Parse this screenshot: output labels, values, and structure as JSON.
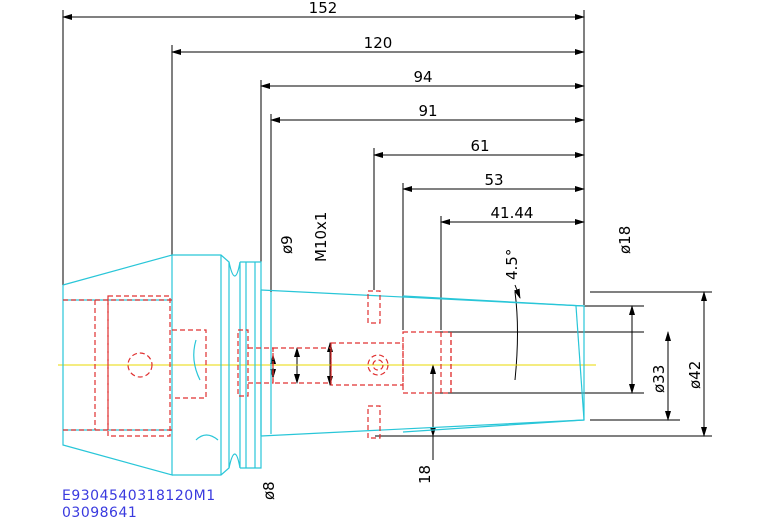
{
  "dimensions": {
    "d152": "152",
    "d120": "120",
    "d94": "94",
    "d91": "91",
    "d61": "61",
    "d53": "53",
    "d41": "41.44",
    "angle": "4.5°",
    "dia9": "ø9",
    "m10": "M10x1",
    "dia18": "ø18",
    "dia33": "ø33",
    "dia42": "ø42",
    "v18": "18",
    "dia8": "ø8"
  },
  "notes": {
    "part_number": "E9304540318120M1",
    "code": "03098641"
  },
  "colors": {
    "outline": "#29c6d8",
    "hidden": "#e03030",
    "center": "#e8d800",
    "dimension": "#000000",
    "note": "#3a3adf"
  }
}
